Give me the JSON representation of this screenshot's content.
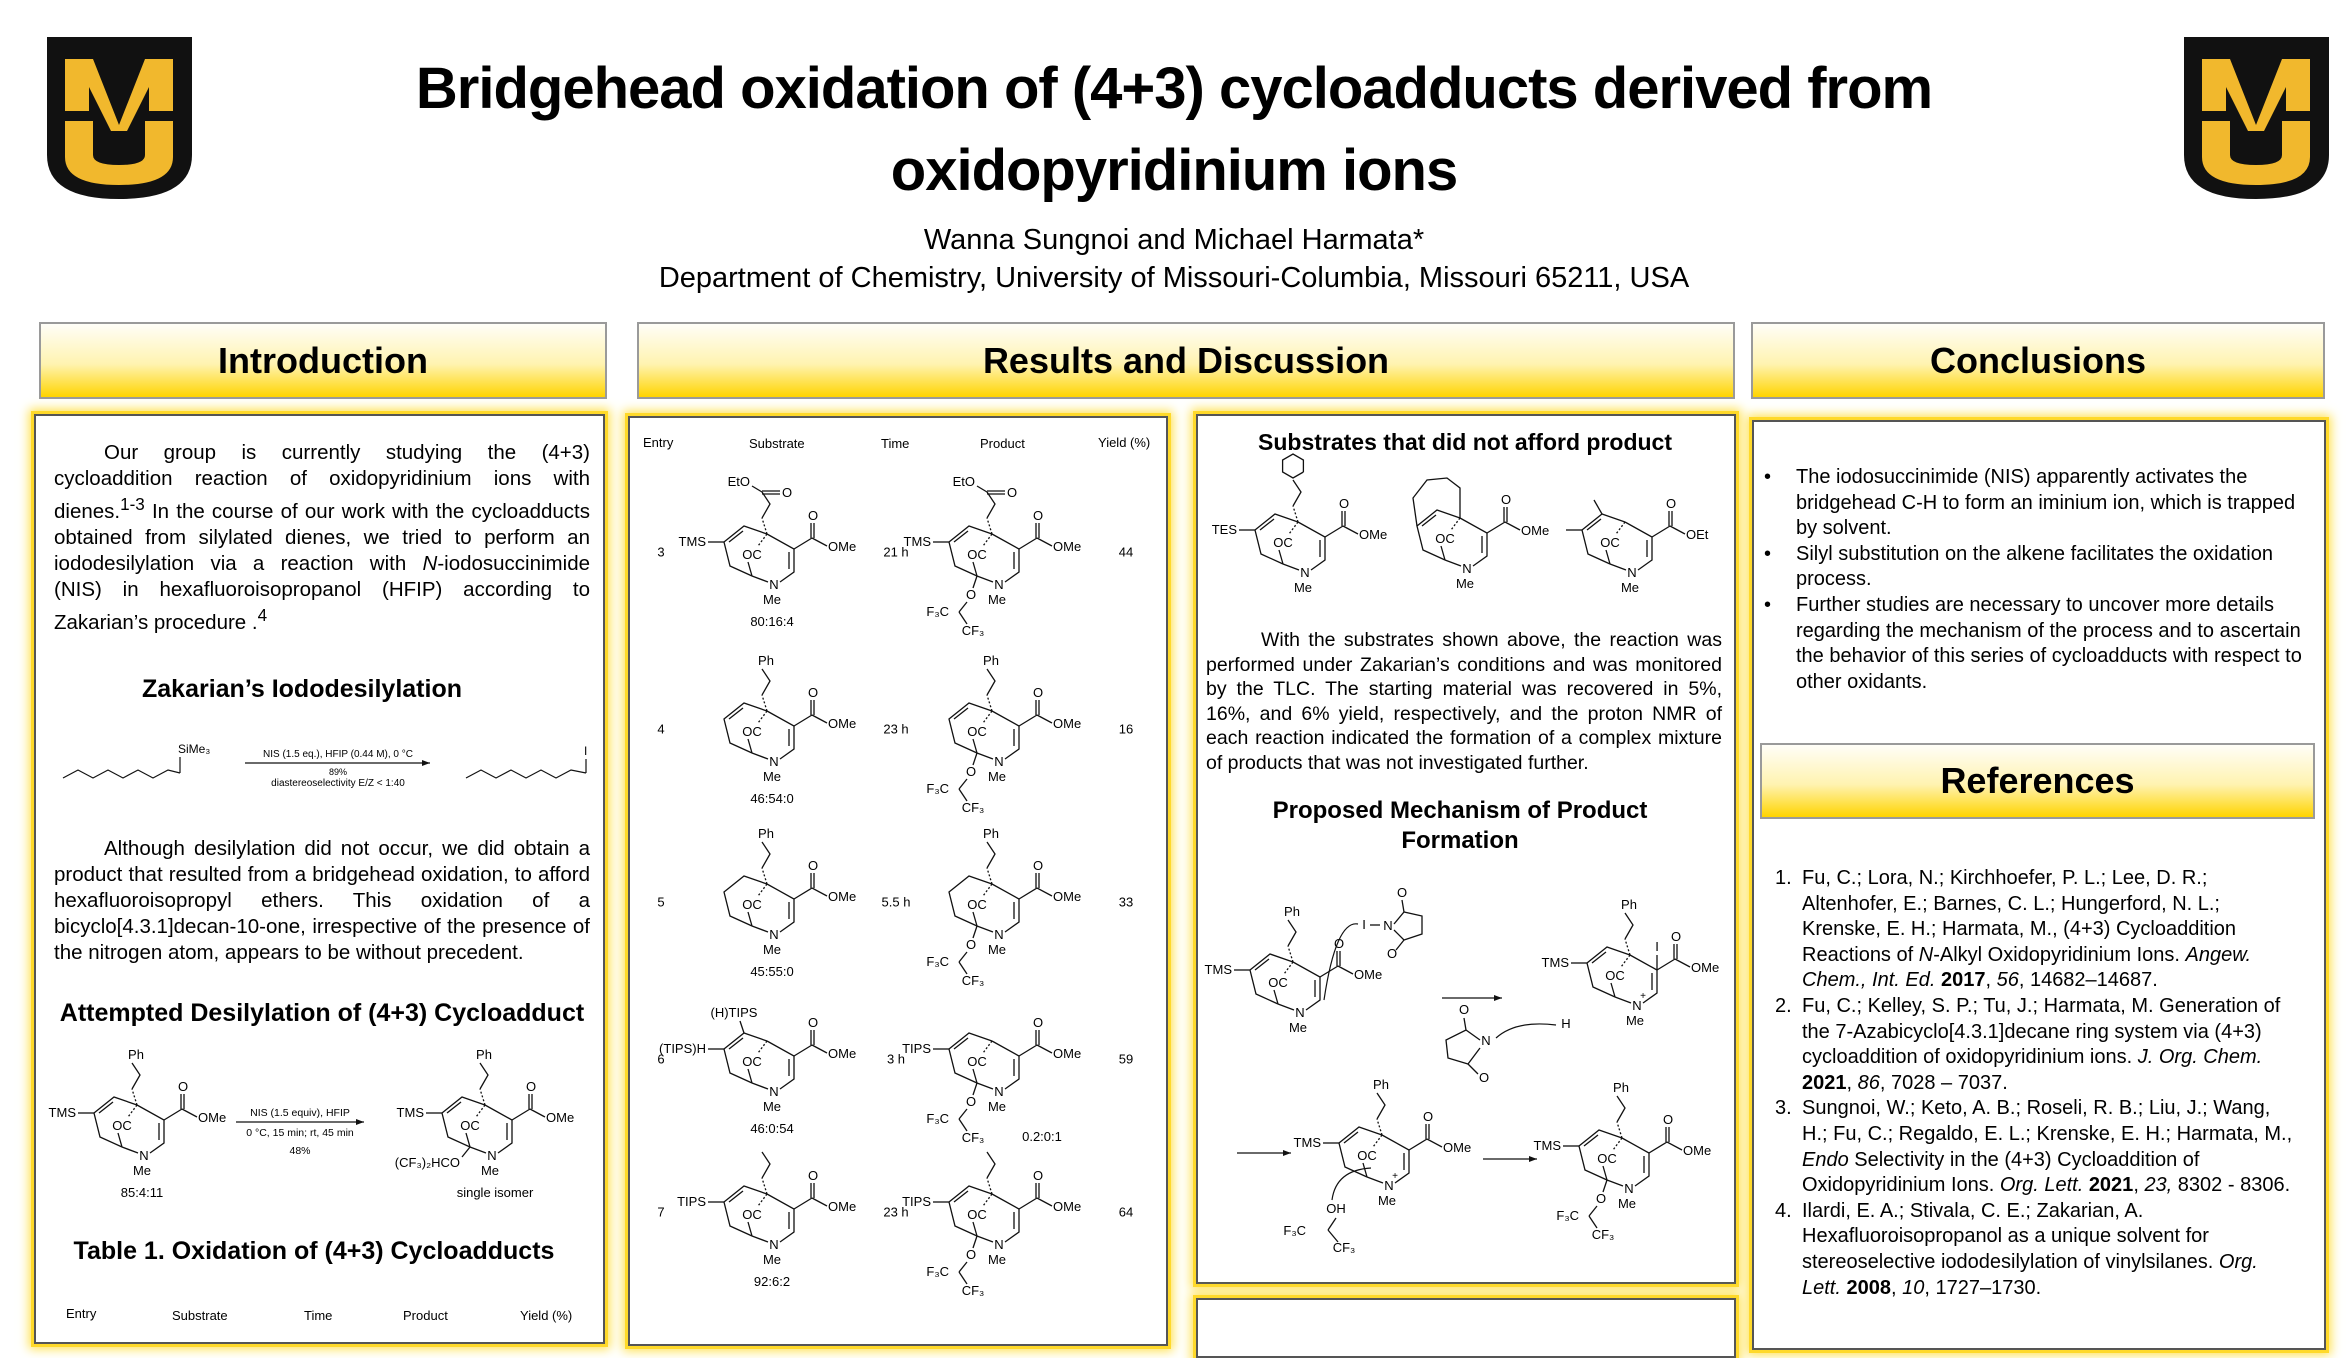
{
  "header": {
    "title_line1": "Bridgehead oxidation of (4+3) cycloadducts derived from",
    "title_line2": "oxidopyridinium ions",
    "authors": "Wanna Sungnoi and Michael Harmata*",
    "affiliation": "Department of Chemistry, University of Missouri-Columbia, Missouri 65211, USA",
    "logo_text": "MU",
    "colors": {
      "logo_gold": "#F1B82D",
      "logo_black": "#111111",
      "header_yellow": "#FFD400"
    }
  },
  "sections": {
    "introduction": "Introduction",
    "results": "Results and Discussion",
    "conclusions": "Conclusions",
    "references": "References"
  },
  "labels": {
    "bridge": "OC",
    "n": "N",
    "me": "Me",
    "o": "O",
    "ome": "OMe",
    "f3c": "F₃C",
    "cf3": "CF₃",
    "i": "I",
    "h": "H",
    "plus": "+",
    "oh": "OH"
  },
  "intro": {
    "p1_a": "Our group is currently studying the (4+3) cycloaddition reaction of oxidopyridinium ions with dienes.",
    "p1_sup": "1-3",
    "p1_b": " In the course of our work with the cycloadducts obtained from silylated dienes, we tried to perform an iododesilylation via a reaction with ",
    "p1_it": "N",
    "p1_c": "-iodosuccinimide (NIS) in  hexafluoroisopropanol (HFIP) according to Zakarian’s procedure .",
    "p1_sup2": "4",
    "zakarian_heading": "Zakarian’s Iododesilylation",
    "zakarian": {
      "reagent_label": "SiMe₃",
      "conditions": "NIS (1.5 eq.), HFIP (0.44 M), 0 °C",
      "yield": "89%",
      "selectivity": "diastereoselectivity E/Z < 1:40",
      "product_label": "I"
    },
    "p2": "Although desilylation did not occur, we did obtain a product that resulted from a bridgehead oxidation, to afford hexafluoroisopropyl ethers.  This oxidation of a bicyclo[4.3.1]decan-10-one, irrespective of the presence of the nitrogen atom, appears to be without precedent.",
    "attempt_heading": "Attempted Desilylation of (4+3) Cycloadduct",
    "attempt": {
      "substrate": {
        "left": "TMS",
        "top": "Ph",
        "ratio": "85:4:11"
      },
      "product": {
        "left": "TMS",
        "top": "Ph",
        "oLabel": "(CF₃)₂HCO",
        "ratio": "single isomer"
      },
      "conditions1": "NIS (1.5 equiv), HFIP",
      "conditions2": "0 °C, 15 min; rt, 45 min",
      "yield": "48%"
    },
    "table_heading": "Table 1. Oxidation of (4+3) Cycloadducts",
    "table_columns": [
      "Entry",
      "Substrate",
      "Time",
      "Product",
      "Yield (%)"
    ]
  },
  "results": {
    "table_columns": [
      "Entry",
      "Substrate",
      "Time",
      "Product",
      "Yield (%)"
    ],
    "rows": [
      {
        "entry": "3",
        "time": "21 h",
        "yield": "44",
        "substrate": {
          "left": "TMS",
          "top": "EtO",
          "topEster": true,
          "ratio": "80:16:4"
        },
        "product": {
          "left": "TMS",
          "top": "EtO",
          "topEster": true,
          "oChain": true
        }
      },
      {
        "entry": "4",
        "time": "23 h",
        "yield": "16",
        "substrate": {
          "top": "Ph",
          "ratio": "46:54:0"
        },
        "product": {
          "top": "Ph",
          "oChain": true
        }
      },
      {
        "entry": "5",
        "time": "5.5 h",
        "yield": "33",
        "substrate": {
          "top": "Ph",
          "sat": true,
          "ratio": "45:55:0"
        },
        "product": {
          "top": "Ph",
          "sat": true,
          "oChain": true
        }
      },
      {
        "entry": "6",
        "time": "3 h",
        "yield": "59",
        "substrate": {
          "left": "(TIPS)H",
          "left2": "(H)TIPS",
          "ratio": "46:0:54"
        },
        "product": {
          "left": "TIPS",
          "oChain": true,
          "ratio": "0.2:0:1"
        }
      },
      {
        "entry": "7",
        "time": "23 h",
        "yield": "64",
        "substrate": {
          "left": "TIPS",
          "chain": true,
          "ratio": "92:6:2"
        },
        "product": {
          "left": "TIPS",
          "chain": true,
          "oChain": true
        }
      }
    ],
    "failed_heading": "Substrates that did not afford product",
    "failed": [
      {
        "left": "TES",
        "ring": true
      },
      {
        "fused": true
      },
      {
        "methyls": true,
        "ester": "OEt",
        "noAlkeneTop": true
      }
    ],
    "failed_text": "With the substrates shown above, the reaction was performed under Zakarian’s conditions and was monitored by the TLC. The starting material was recovered in 5%, 16%, and 6% yield, respectively, and the proton NMR of each reaction indicated the formation of a complex mixture of products that was not investigated further.",
    "mechanism_heading": "Proposed Mechanism of Product Formation",
    "mechanism": [
      {
        "left": "TMS",
        "top": "Ph"
      },
      {
        "left": "TMS",
        "top": "Ph",
        "iodo": true,
        "cation": true
      },
      {
        "left": "TMS",
        "top": "Ph",
        "cation": true
      },
      {
        "left": "TMS",
        "top": "Ph",
        "oChain": true
      }
    ]
  },
  "conclusions": {
    "bullets": [
      "The iodosuccinimide (NIS) apparently activates the bridgehead C-H to form an iminium ion, which is trapped by solvent.",
      "Silyl substitution on the alkene facilitates the oxidation process.",
      "Further studies are necessary to uncover more details regarding the mechanism of the process and to ascertain the behavior of this series of cycloadducts with respect to other oxidants."
    ]
  },
  "references": [
    {
      "num": "1.",
      "parts": [
        [
          "Fu, C.; Lora, N.; Kirchhoefer, P. L.; Lee, D. R.; Altenhofer, E.; Barnes, C. L.; Hungerford, N. L.; Krenske, E. H.; Harmata, M., (4+3) Cycloaddition Reactions of ",
          ""
        ],
        [
          "N",
          "i"
        ],
        [
          "-Alkyl Oxidopyridinium Ions. ",
          ""
        ],
        [
          "Angew. Chem., Int. Ed.",
          "i"
        ],
        [
          " ",
          ""
        ],
        [
          "2017",
          "b"
        ],
        [
          ", ",
          ""
        ],
        [
          "56",
          "i"
        ],
        [
          ", 14682–14687.",
          ""
        ]
      ]
    },
    {
      "num": "2.",
      "parts": [
        [
          "Fu, C.; Kelley, S. P.; Tu, J.; Harmata, M. Generation of the 7-Azabicyclo[4.3.1]decane ring system via (4+3) cycloaddition of oxidopyridinium ions. ",
          ""
        ],
        [
          "J. Org. Chem.",
          "i"
        ],
        [
          " ",
          ""
        ],
        [
          "2021",
          "b"
        ],
        [
          ", ",
          ""
        ],
        [
          "86",
          "i"
        ],
        [
          ", 7028 – 7037.",
          ""
        ]
      ]
    },
    {
      "num": "3.",
      "parts": [
        [
          "Sungnoi, W.; Keto, A. B.; Roseli, R. B.; Liu, J.; Wang, H.; Fu, C.; Regaldo, E. L.; Krenske, E. H.; Harmata, M., ",
          ""
        ],
        [
          "Endo",
          "i"
        ],
        [
          " Selectivity in the (4+3) Cycloaddition of Oxidopyridinium Ions. ",
          ""
        ],
        [
          "Org. Lett.",
          "i"
        ],
        [
          " ",
          ""
        ],
        [
          "2021",
          "b"
        ],
        [
          ", ",
          ""
        ],
        [
          "23,",
          "i"
        ],
        [
          " 8302 - 8306.",
          ""
        ]
      ]
    },
    {
      "num": "4.",
      "parts": [
        [
          "Ilardi, E. A.; Stivala, C. E.; Zakarian, A. Hexafluoroisopropanol as a unique solvent for stereoselective iododesilylation of vinylsilanes. ",
          ""
        ],
        [
          "Org. Lett.",
          "i"
        ],
        [
          " ",
          ""
        ],
        [
          "2008",
          "b"
        ],
        [
          ", ",
          ""
        ],
        [
          "10",
          "i"
        ],
        [
          ", 1727–1730.",
          ""
        ]
      ]
    }
  ]
}
